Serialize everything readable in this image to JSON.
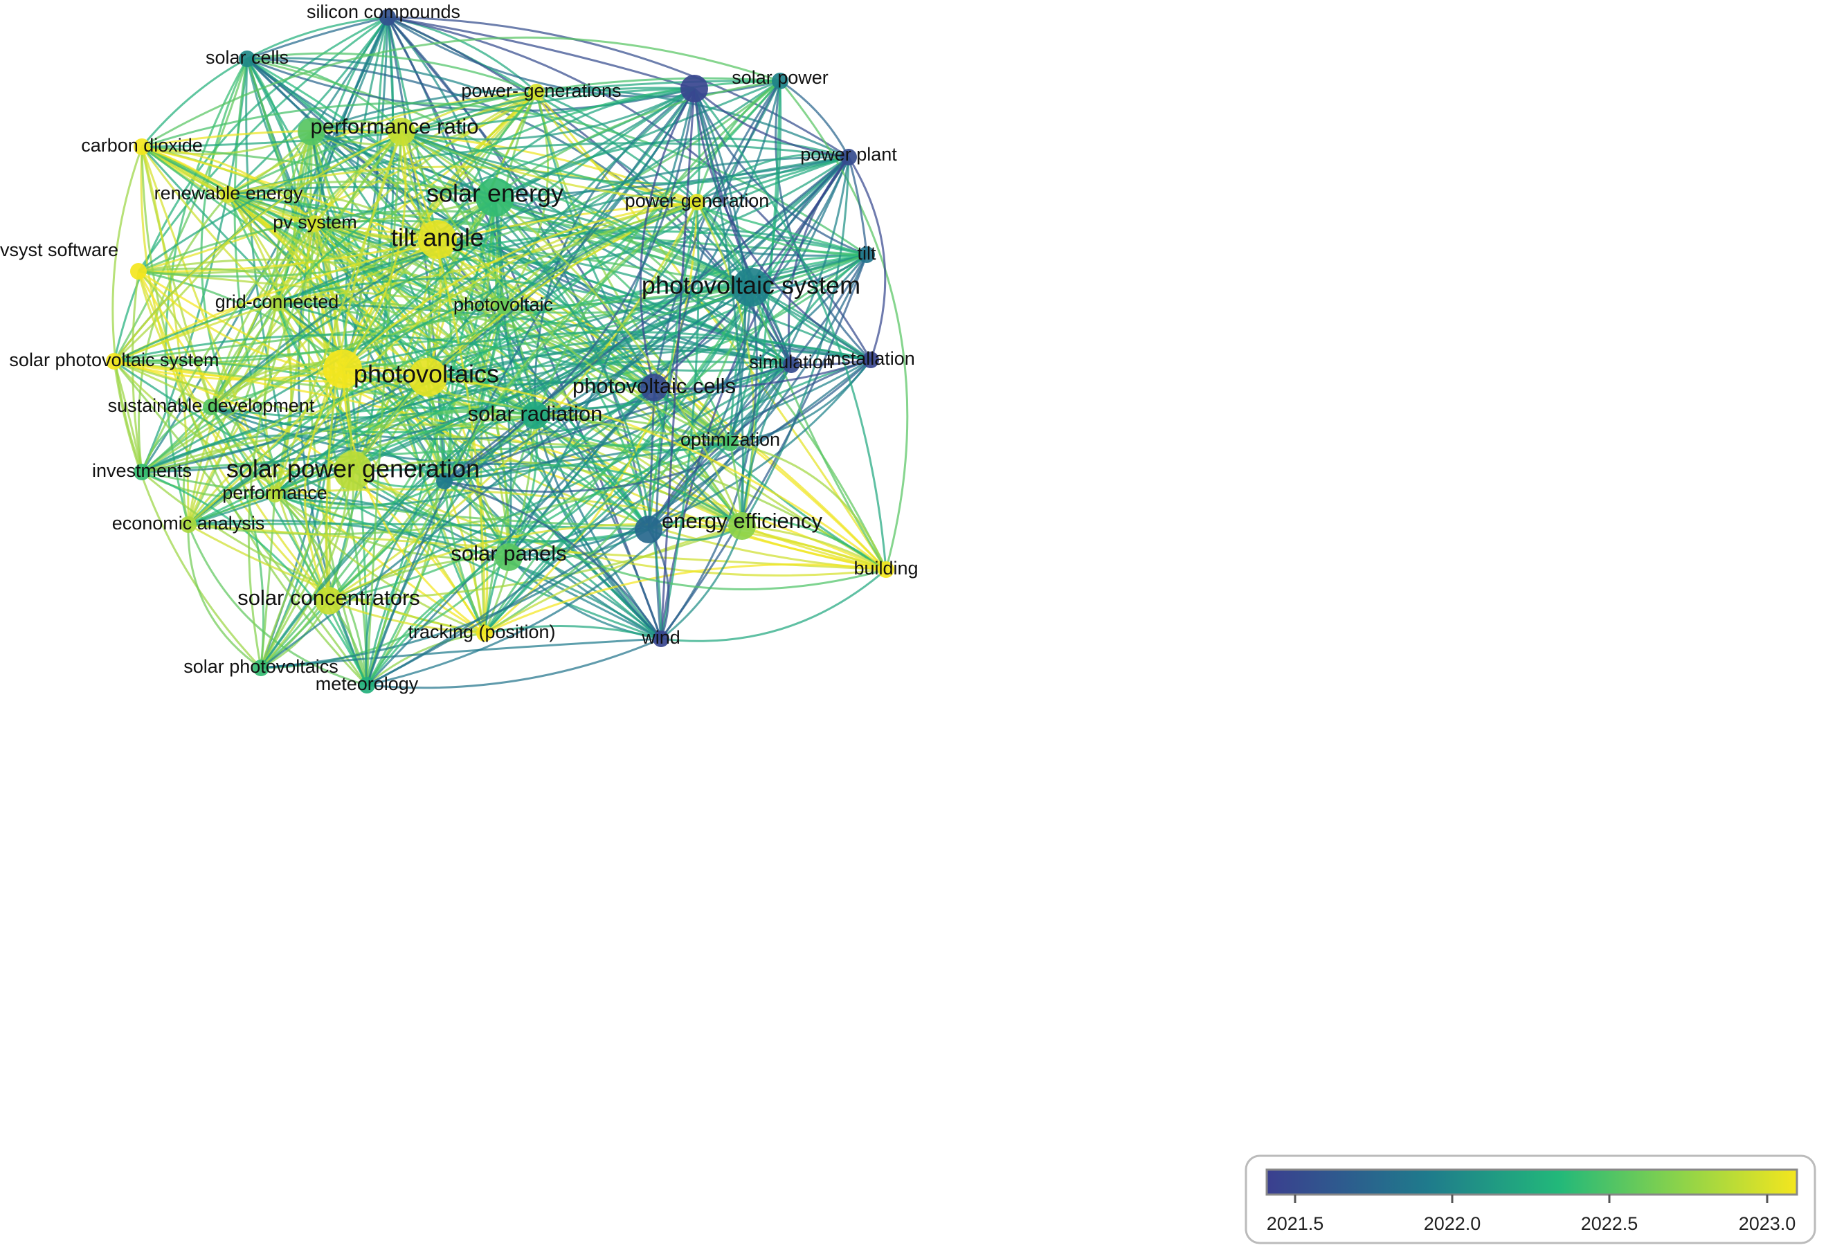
{
  "colors": {
    "scale_start": "#3b3f8f",
    "scale_mid1": "#1f7a8c",
    "scale_mid2": "#22b87a",
    "scale_mid3": "#8cd34a",
    "scale_end": "#f4e61e"
  },
  "legend": {
    "ticks": [
      "2021.5",
      "2022.0",
      "2022.5",
      "2023.0"
    ]
  },
  "nodes": [
    {
      "id": "silicon",
      "label": "silicon compounds",
      "year": 2021.65,
      "size": "s"
    },
    {
      "id": "solarcells",
      "label": "solar cells",
      "year": 2022.1,
      "size": "s"
    },
    {
      "id": "powergens",
      "label": "power- generations",
      "year": 2022.95,
      "size": "s"
    },
    {
      "id": "perfratio",
      "label": "performance ratio",
      "year": 2022.55,
      "size": "m"
    },
    {
      "id": "carbon",
      "label": "carbon dioxide",
      "year": 2023.05,
      "size": "s"
    },
    {
      "id": "renewable",
      "label": "renewable energy",
      "year": 2022.95,
      "size": "s"
    },
    {
      "id": "pvsystem",
      "label": "pv system",
      "year": 2022.95,
      "size": "s"
    },
    {
      "id": "solarenergy",
      "label": "solar energy",
      "year": 2022.45,
      "size": "l"
    },
    {
      "id": "tiltangle",
      "label": "tilt angle",
      "year": 2023.0,
      "size": "l"
    },
    {
      "id": "pvsyst",
      "label": "pvsyst software",
      "year": 2023.05,
      "size": "s"
    },
    {
      "id": "gridconn",
      "label": "grid-connected",
      "year": 2022.8,
      "size": "s"
    },
    {
      "id": "photovoltaic",
      "label": "photovoltaic",
      "year": 2022.6,
      "size": "s"
    },
    {
      "id": "solarpvsys",
      "label": "solar photovoltaic system",
      "year": 2023.05,
      "size": "s"
    },
    {
      "id": "photovoltaics",
      "label": "photovoltaics",
      "year": 2023.0,
      "size": "l"
    },
    {
      "id": "sustainable",
      "label": "sustainable development",
      "year": 2022.55,
      "size": "s"
    },
    {
      "id": "solarrad",
      "label": "solar radiation",
      "year": 2022.3,
      "size": "m"
    },
    {
      "id": "investments",
      "label": "investments",
      "year": 2022.45,
      "size": "s"
    },
    {
      "id": "spg",
      "label": "solar power generation",
      "year": 2022.85,
      "size": "l"
    },
    {
      "id": "performance",
      "label": "performance",
      "year": 2022.85,
      "size": "s"
    },
    {
      "id": "economic",
      "label": "economic analysis",
      "year": 2022.8,
      "size": "s"
    },
    {
      "id": "solarpanels",
      "label": "solar panels",
      "year": 2022.55,
      "size": "m"
    },
    {
      "id": "concentrators",
      "label": "solar concentrators",
      "year": 2022.9,
      "size": "m"
    },
    {
      "id": "tracking",
      "label": "tracking (position)",
      "year": 2023.05,
      "size": "s"
    },
    {
      "id": "solarpvs",
      "label": "solar photovoltaics",
      "year": 2022.45,
      "size": "s"
    },
    {
      "id": "meteorology",
      "label": "meteorology",
      "year": 2022.35,
      "size": "s"
    },
    {
      "id": "solarpower",
      "label": "solar power",
      "year": 2022.05,
      "size": "s"
    },
    {
      "id": "powerplant",
      "label": "power plant",
      "year": 2021.6,
      "size": "s"
    },
    {
      "id": "powergen",
      "label": "power generation",
      "year": 2023.0,
      "size": "s"
    },
    {
      "id": "tilt",
      "label": "tilt",
      "year": 2021.95,
      "size": "s"
    },
    {
      "id": "pvsys",
      "label": "photovoltaic system",
      "year": 2022.05,
      "size": "l"
    },
    {
      "id": "simulation",
      "label": "simulation",
      "year": 2021.6,
      "size": "s"
    },
    {
      "id": "installation",
      "label": "installation",
      "year": 2021.55,
      "size": "s"
    },
    {
      "id": "pvcells",
      "label": "photovoltaic cells",
      "year": 2021.6,
      "size": "m"
    },
    {
      "id": "optimization",
      "label": "optimization",
      "year": 2022.5,
      "size": "s"
    },
    {
      "id": "energyeff",
      "label": "energy efficiency",
      "year": 2022.7,
      "size": "m"
    },
    {
      "id": "building",
      "label": "building",
      "year": 2023.05,
      "size": "s"
    },
    {
      "id": "wind",
      "label": "wind",
      "year": 2021.55,
      "size": "s"
    },
    {
      "id": "hub1",
      "label": "",
      "year": 2021.55,
      "size": "m"
    },
    {
      "id": "hub2",
      "label": "",
      "year": 2022.9,
      "size": "m"
    },
    {
      "id": "hub3",
      "label": "",
      "year": 2022.0,
      "size": "s"
    },
    {
      "id": "hub4",
      "label": "",
      "year": 2021.85,
      "size": "m"
    },
    {
      "id": "hub5",
      "label": "",
      "year": 2023.05,
      "size": "l"
    }
  ]
}
